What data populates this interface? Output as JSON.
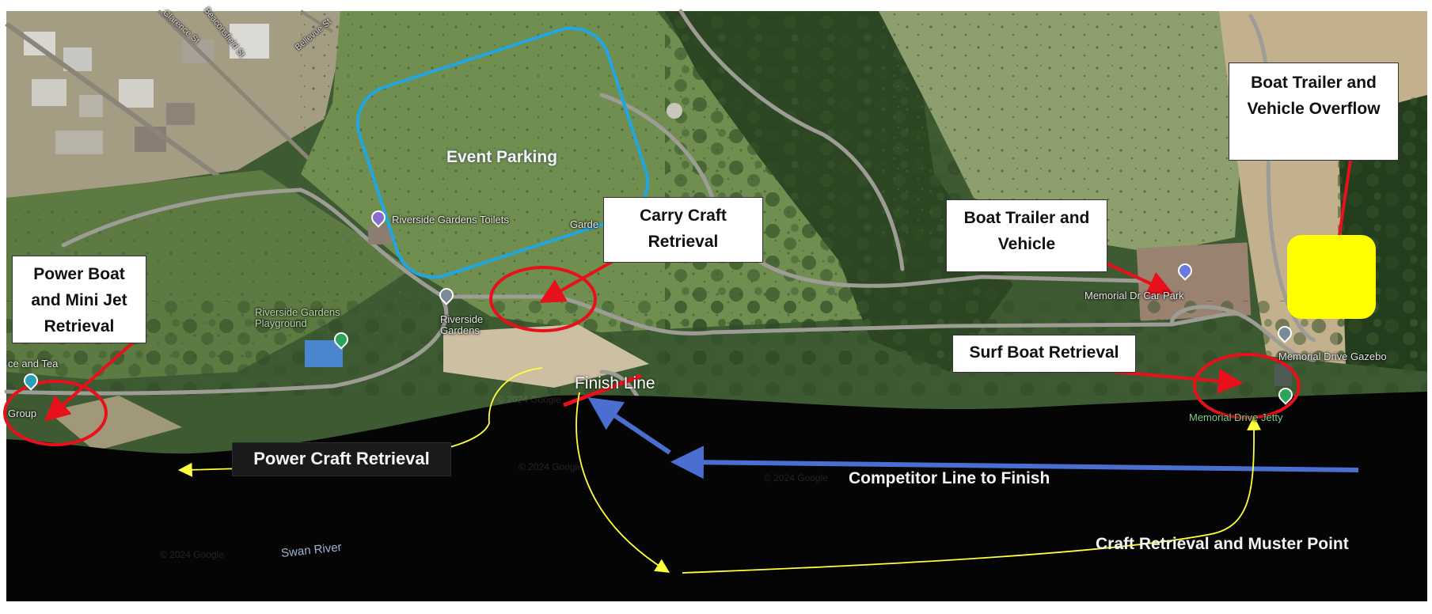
{
  "callouts": {
    "power_boat": "Power Boat and Mini Jet Retrieval",
    "carry_craft": "Carry Craft Retrieval",
    "boat_trailer": "Boat Trailer and Vehicle",
    "boat_trailer_overflow": "Boat Trailer and Vehicle Overflow",
    "surf_boat": "Surf Boat Retrieval"
  },
  "labels": {
    "event_parking": "Event Parking",
    "finish_line": "Finish Line",
    "power_craft": "Power Craft Retrieval",
    "competitor_line": "Competitor Line to Finish",
    "muster_point": "Craft Retrieval and Muster Point"
  },
  "places": {
    "toilets": "Riverside Gardens Toilets",
    "gardens": "Riverside Gardens",
    "car_park": "Memorial Dr Car Park",
    "gazebo": "Memorial Drive Gazebo",
    "jetty": "Memorial Drive Jetty",
    "river": "Swan River",
    "cafe": "ce and Tea",
    "group": "Group",
    "playground": "Riverside Gardens Playground",
    "gardens_short": "Garde",
    "street_1": "Beaconsfield St",
    "street_2": "Bellevue St",
    "street_3": "Clarence St"
  },
  "watermark": "© 2024 Google",
  "colors": {
    "annotation_red": "#e8101a",
    "parking_zone_blue": "#20a6e0",
    "competitor_arrow": "#4a6fd0",
    "retrieval_path": "#ffff3c",
    "overflow_area": "#ffff00"
  }
}
